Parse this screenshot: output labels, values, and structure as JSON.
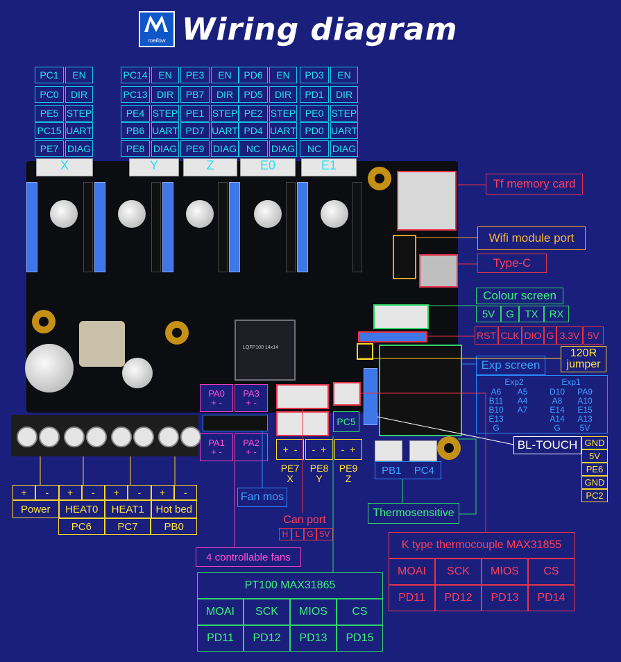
{
  "title": "Wiring diagram",
  "logo_text": "mellow",
  "motors": [
    {
      "name": "X",
      "pins": [
        [
          "PC1",
          "EN"
        ],
        [
          "PC0",
          "DIR"
        ],
        [
          "PE5",
          "STEP"
        ],
        [
          "PC15",
          "UART"
        ],
        [
          "PE7",
          "DIAG"
        ]
      ]
    },
    {
      "name": "Y",
      "pins": [
        [
          "PC14",
          "EN"
        ],
        [
          "PC13",
          "DIR"
        ],
        [
          "PE4",
          "STEP"
        ],
        [
          "PB6",
          "UART"
        ],
        [
          "PE8",
          "DIAG"
        ]
      ]
    },
    {
      "name": "Z",
      "pins": [
        [
          "PE3",
          "EN"
        ],
        [
          "PB7",
          "DIR"
        ],
        [
          "PE1",
          "STEP"
        ],
        [
          "PD7",
          "UART"
        ],
        [
          "PE9",
          "DIAG"
        ]
      ]
    },
    {
      "name": "E0",
      "pins": [
        [
          "PD6",
          "EN"
        ],
        [
          "PD5",
          "DIR"
        ],
        [
          "PE2",
          "STEP"
        ],
        [
          "PD4",
          "UART"
        ],
        [
          "NC",
          "DIAG"
        ]
      ]
    },
    {
      "name": "E1",
      "pins": [
        [
          "PD3",
          "EN"
        ],
        [
          "PD1",
          "DIR"
        ],
        [
          "PE0",
          "STEP"
        ],
        [
          "PD0",
          "UART"
        ],
        [
          "NC",
          "DIAG"
        ]
      ]
    }
  ],
  "chip_text": "LQFP100 14x14",
  "right_labels": {
    "tf": "Tf memory card",
    "wifi": "Wifi module port",
    "typec": "Type-C",
    "colour_screen": "Colour screen",
    "colour_pins": [
      "5V",
      "G",
      "TX",
      "RX"
    ],
    "swd_pins": [
      "RST",
      "CLK",
      "DIO",
      "G",
      "3.3V",
      "5V"
    ],
    "jumper_line1": "120R",
    "jumper_line2": "jumper",
    "exp_screen": "Exp screen",
    "exp2_title": "Exp2",
    "exp2_col1": [
      "A6",
      "B11",
      "B10",
      "E13",
      "G"
    ],
    "exp2_col2": [
      "A5",
      "A4",
      "A7"
    ],
    "exp1_title": "Exp1",
    "exp1_col1": [
      "D10",
      "A8",
      "E14",
      "A14",
      "G"
    ],
    "exp1_col2": [
      "PA9",
      "A10",
      "E15",
      "A13",
      "5V"
    ],
    "bltouch": "BL-TOUCH",
    "bltouch_pins": [
      "GND",
      "5V",
      "PE6",
      "GND",
      "PC2"
    ]
  },
  "fans": {
    "pa0": "PA0",
    "pa3": "PA3",
    "pa1": "PA1",
    "pa2": "PA2",
    "plus": "+",
    "minus": "-",
    "label": "4 controllable fans"
  },
  "power": {
    "signs": [
      "+",
      "-",
      "+",
      "-",
      "+",
      "-",
      "+",
      "-"
    ],
    "names": [
      "Power",
      "HEAT0",
      "HEAT1",
      "Hot bed"
    ],
    "pins": [
      "PC6",
      "PC7",
      "PB0"
    ]
  },
  "endstops": {
    "pe7": "PE7",
    "x": "X",
    "pe8": "PE8",
    "y": "Y",
    "pe9": "PE9",
    "z": "Z",
    "pc5": "PC5",
    "pb1": "PB1",
    "pc4": "PC4",
    "plus": "+",
    "minus": "-"
  },
  "fan_mos": "Fan mos",
  "can_port": {
    "title": "Can port",
    "pins": [
      "H",
      "L",
      "G",
      "5V"
    ]
  },
  "thermosensitive": "Thermosensitive",
  "pt100": {
    "title": "PT100  MAX31865",
    "headers": [
      "MOAI",
      "SCK",
      "MIOS",
      "CS"
    ],
    "pins": [
      "PD11",
      "PD12",
      "PD13",
      "PD15"
    ]
  },
  "ktype": {
    "title": "K type thermocouple MAX31855",
    "headers": [
      "MOAI",
      "SCK",
      "MIOS",
      "CS"
    ],
    "pins": [
      "PD11",
      "PD12",
      "PD13",
      "PD14"
    ]
  },
  "colors": {
    "background": "#1b1f7c",
    "cyan": "#26e0f0",
    "red": "#ff3d5a",
    "orange": "#ffb637",
    "green": "#3cf07a",
    "blue": "#3ba2ff",
    "yellow": "#ffe23a",
    "magenta": "#ff4ed6"
  }
}
